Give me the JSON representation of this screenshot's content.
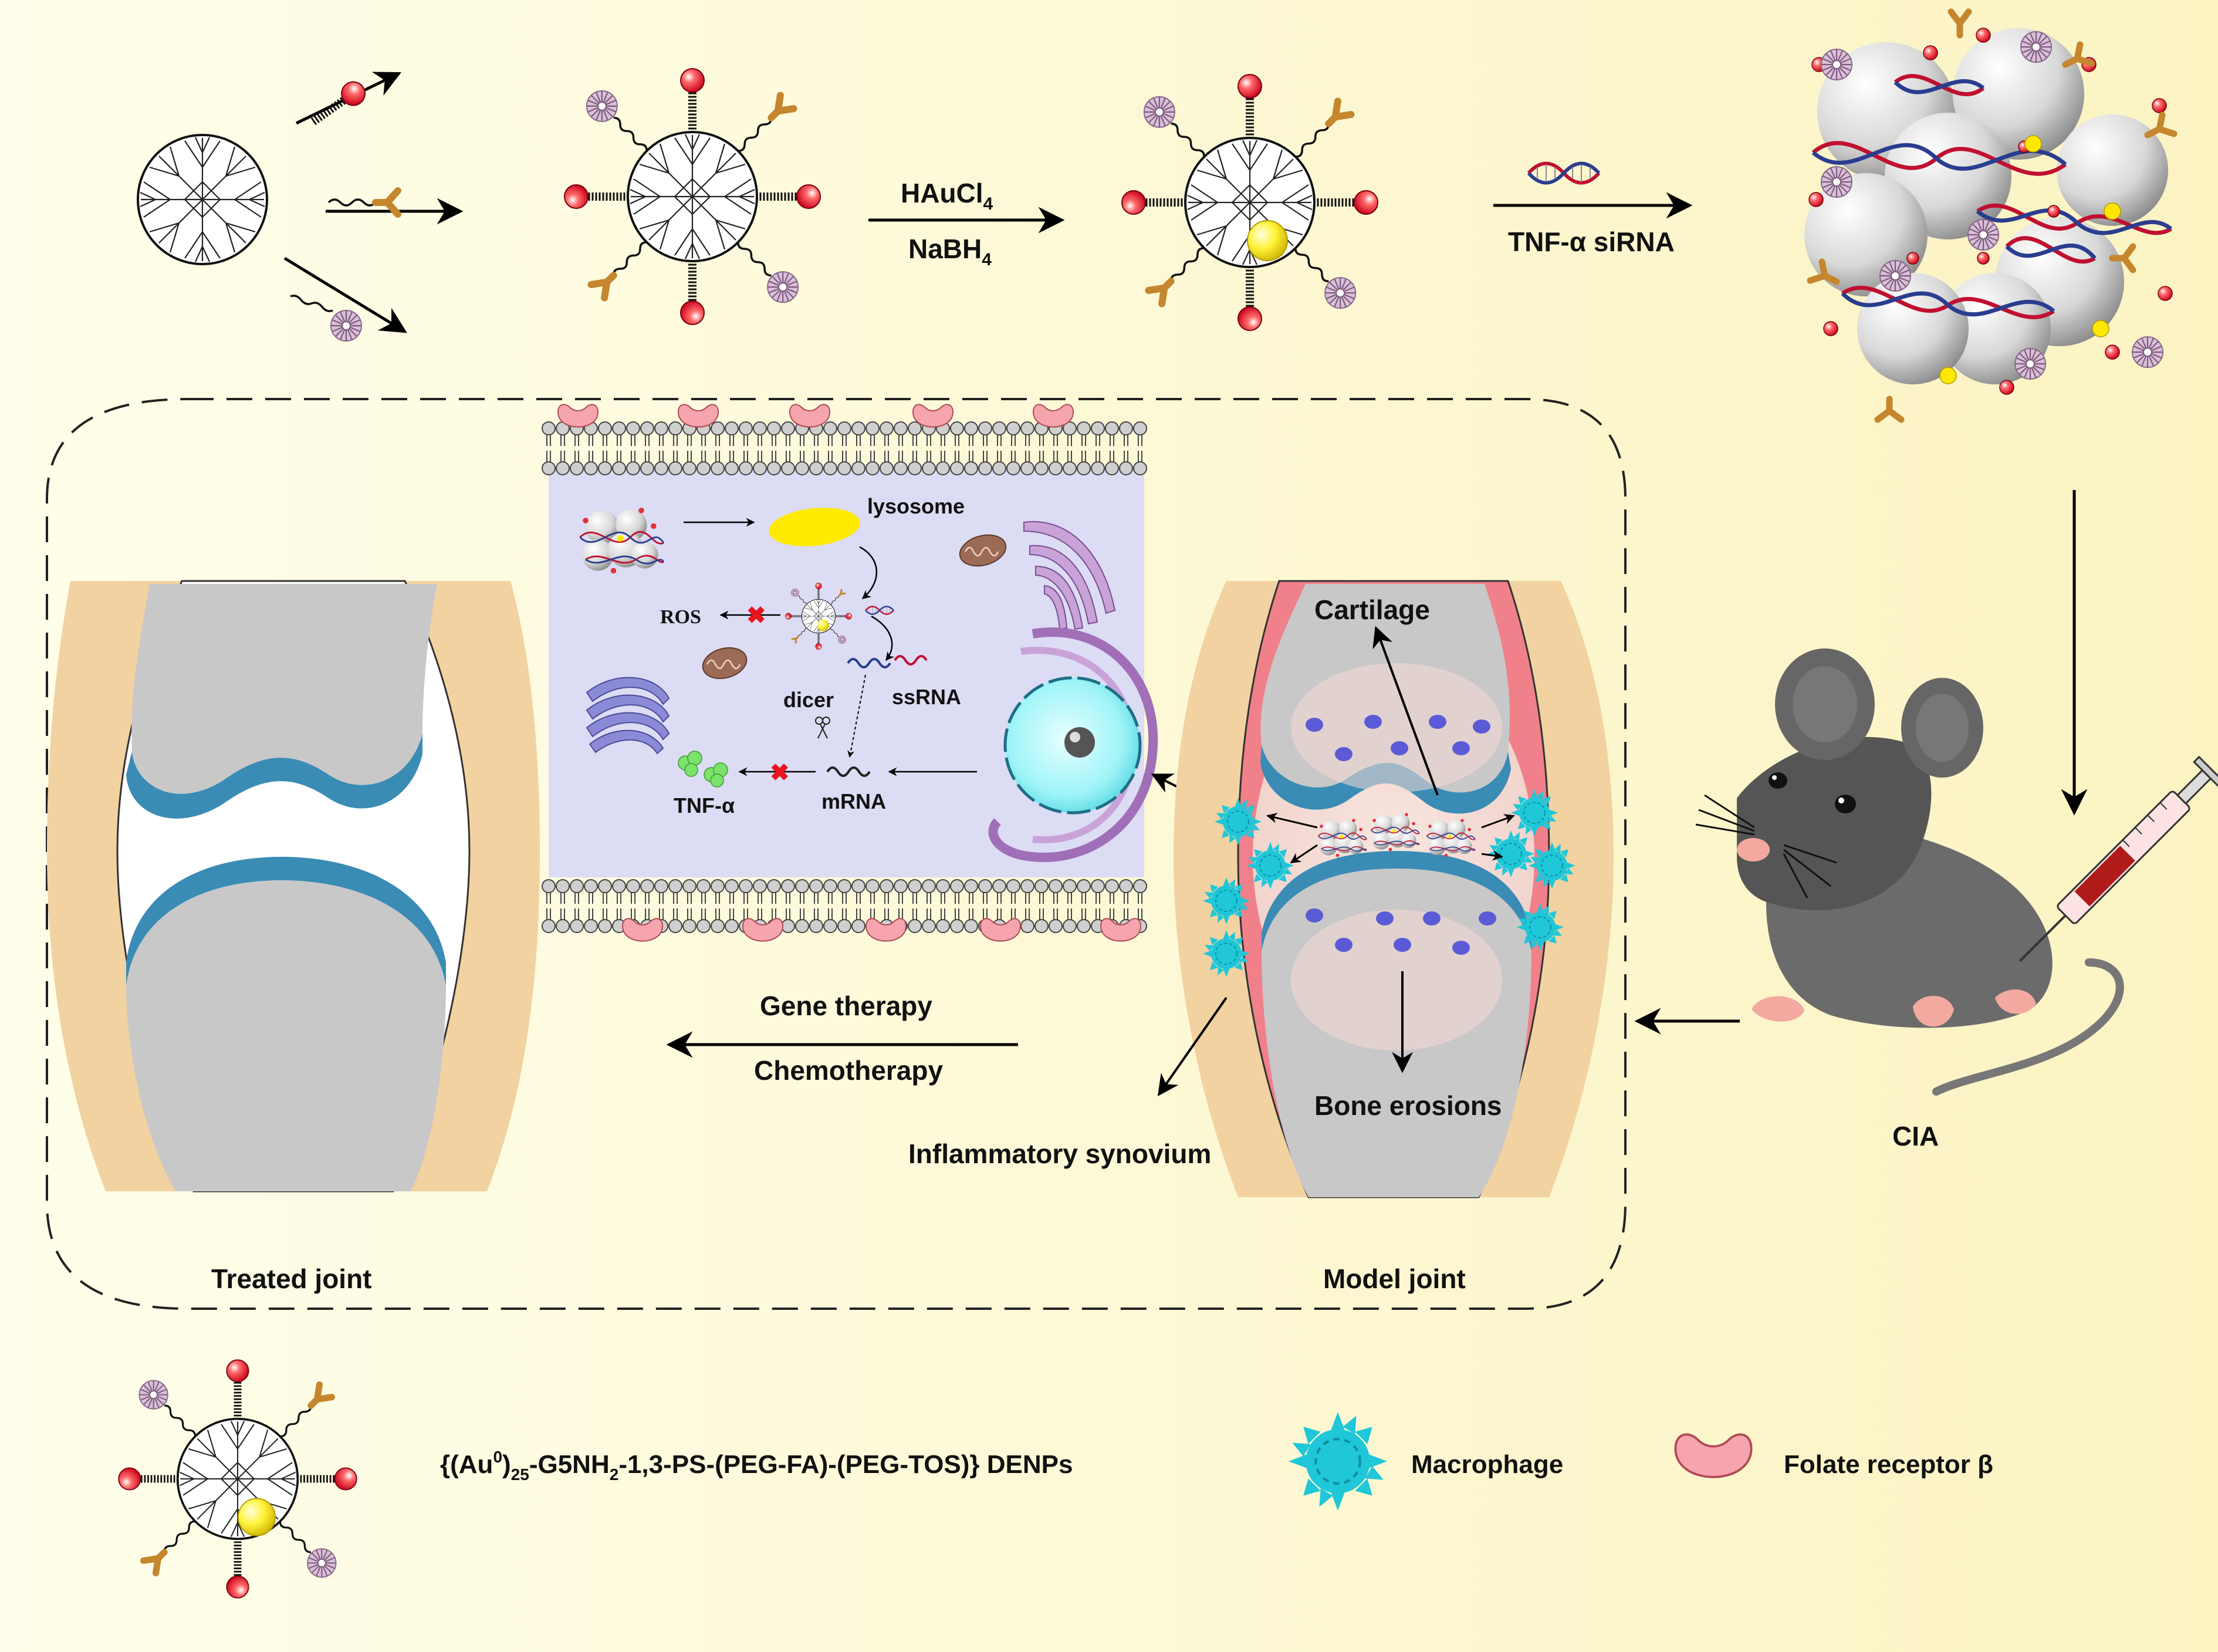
{
  "synthesis": {
    "reagent1_main": "HAuCl",
    "reagent1_sub": "4",
    "reagent2_main": "NaBH",
    "reagent2_sub": "4",
    "sirna_label": "TNF-α siRNA"
  },
  "cell": {
    "lysosome": "lysosome",
    "ros": "ROS",
    "dicer": "dicer",
    "ssrna": "ssRNA",
    "mrna": "mRNA",
    "tnf": "TNF-α"
  },
  "model_joint": {
    "cartilage": "Cartilage",
    "bone_erosions": "Bone erosions",
    "synovium": "Inflammatory synovium",
    "title": "Model joint"
  },
  "therapy": {
    "gene": "Gene therapy",
    "chemo": "Chemotherapy"
  },
  "treated_joint": {
    "title": "Treated joint"
  },
  "mouse": {
    "label": "CIA"
  },
  "legend": {
    "denp_prefix": "{(Au",
    "denp_sup": "0",
    "denp_mid1": ")",
    "denp_sub1": "25",
    "denp_mid2": "-G5NH",
    "denp_sub2": "2",
    "denp_suffix": "-1,3-PS-(PEG-FA)-(PEG-TOS)} DENPs",
    "macrophage": "Macrophage",
    "folate_receptor": "Folate receptor β"
  },
  "colors": {
    "background_left": "#fefde7",
    "background_right": "#fbf3c4",
    "cell_interior": "#dcdcf4",
    "synovium": "#f0808a",
    "bone": "#c8c8c8",
    "cartilage": "#3a8cb5",
    "tissue": "#f2d2a0",
    "macrophage": "#26c6d8",
    "receptor": "#f4a7b0",
    "gold": "#f5e600"
  }
}
